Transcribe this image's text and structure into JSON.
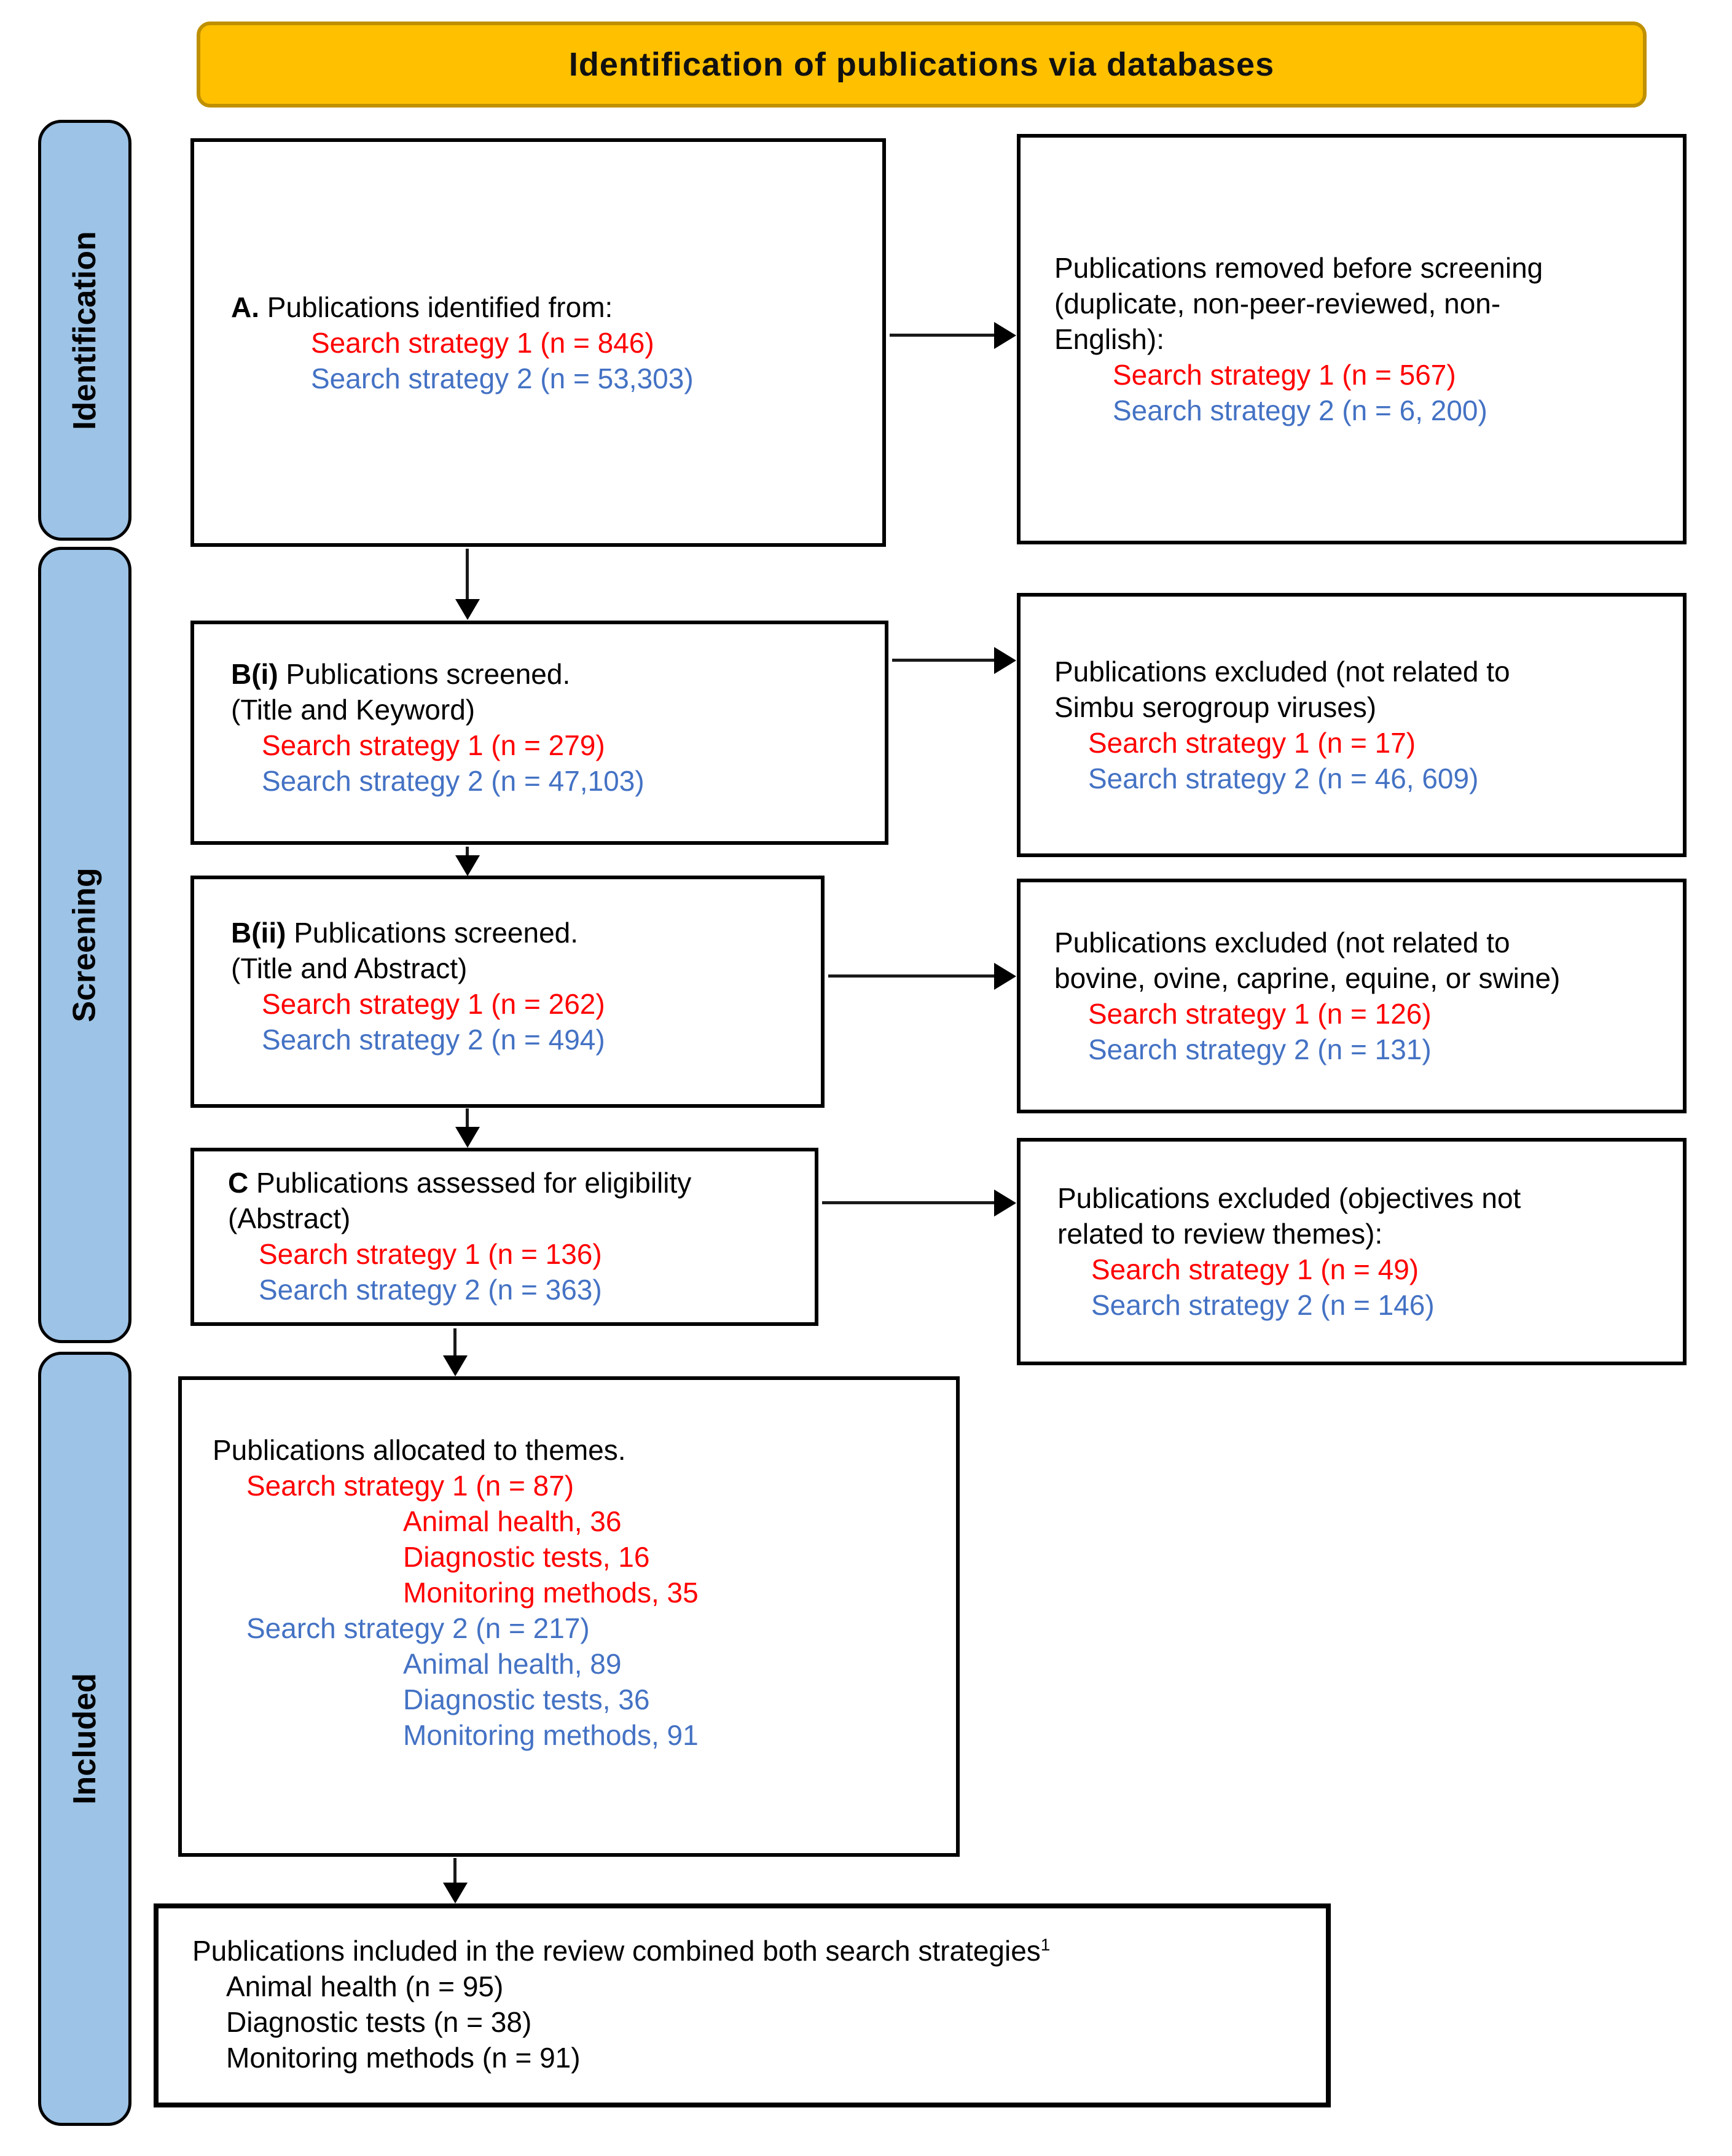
{
  "header": {
    "title": "Identification of publications via databases"
  },
  "stages": [
    {
      "label": "Identification"
    },
    {
      "label": "Screening"
    },
    {
      "label": "Included"
    }
  ],
  "colors": {
    "header_fill": "#FFC000",
    "header_border": "#BF9000",
    "stage_fill": "#9DC3E6",
    "strategy1_red": "#FF0000",
    "strategy2_blue": "#4472C4"
  },
  "box_identified": {
    "prefix": "A.",
    "title": " Publications identified from:",
    "strategy1": "Search strategy 1 (n = 846)",
    "strategy2": "Search strategy 2 (n = 53,303)"
  },
  "box_removed": {
    "line1": "Publications removed before screening",
    "line2": "(duplicate, non-peer-reviewed, non-",
    "line3": "English):",
    "strategy1": "Search strategy 1 (n = 567)",
    "strategy2": "Search strategy 2 (n = 6, 200)"
  },
  "box_screened_keyword": {
    "prefix": "B(i)",
    "title": " Publications screened.",
    "subtitle": "(Title and Keyword)",
    "strategy1": "Search strategy 1 (n = 279)",
    "strategy2": "Search strategy 2 (n = 47,103)"
  },
  "box_excluded_simbu": {
    "line1": "Publications excluded (not related to",
    "line2": "Simbu serogroup viruses)",
    "strategy1": "Search strategy 1 (n = 17)",
    "strategy2": "Search strategy 2 (n = 46, 609)"
  },
  "box_screened_abstract": {
    "prefix": "B(ii)",
    "title": " Publications screened.",
    "subtitle": "(Title and Abstract)",
    "strategy1": "Search strategy 1 (n = 262)",
    "strategy2": "Search strategy 2 (n = 494)"
  },
  "box_excluded_species": {
    "line1": "Publications excluded (not related to",
    "line2": "bovine, ovine, caprine, equine, or swine)",
    "strategy1": "Search strategy 1 (n = 126)",
    "strategy2": "Search strategy 2 (n = 131)"
  },
  "box_eligibility": {
    "prefix": "C",
    "title": " Publications assessed for eligibility",
    "subtitle": "(Abstract)",
    "strategy1": "Search strategy 1 (n = 136)",
    "strategy2": "Search strategy 2 (n = 363)"
  },
  "box_excluded_objectives": {
    "line1": "Publications excluded (objectives not",
    "line2": "related to review themes):",
    "strategy1": "Search strategy 1 (n = 49)",
    "strategy2": "Search strategy 2 (n = 146)"
  },
  "box_themes": {
    "title": "Publications allocated to themes.",
    "strategy1": "Search strategy 1 (n = 87)",
    "strategy1_themes": [
      "Animal health, 36",
      "Diagnostic tests, 16",
      "Monitoring methods, 35"
    ],
    "strategy2": "Search strategy 2 (n = 217)",
    "strategy2_themes": [
      "Animal health, 89",
      "Diagnostic tests, 36",
      "Monitoring methods, 91"
    ]
  },
  "box_included": {
    "title": "Publications included in the review combined both search strategies",
    "footnote_marker": "1",
    "themes": [
      "Animal health (n = 95)",
      "Diagnostic tests (n = 38)",
      "Monitoring methods (n = 91)"
    ]
  }
}
